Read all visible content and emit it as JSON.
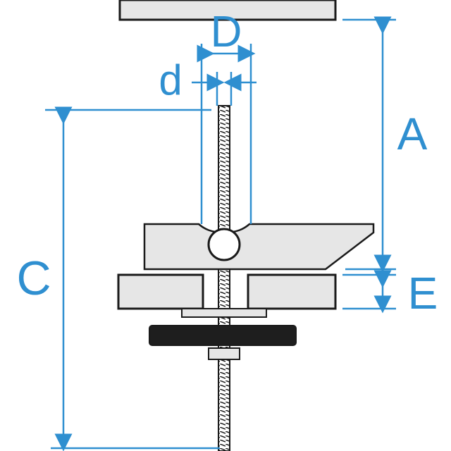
{
  "labels": {
    "D": "D",
    "d": "d",
    "A": "A",
    "C": "C",
    "E": "E"
  },
  "colors": {
    "dimension": "#2f8fd0",
    "outline": "#1a1a1a",
    "part_fill": "#e6e6e6",
    "rubber_fill": "#1e1e1e"
  }
}
